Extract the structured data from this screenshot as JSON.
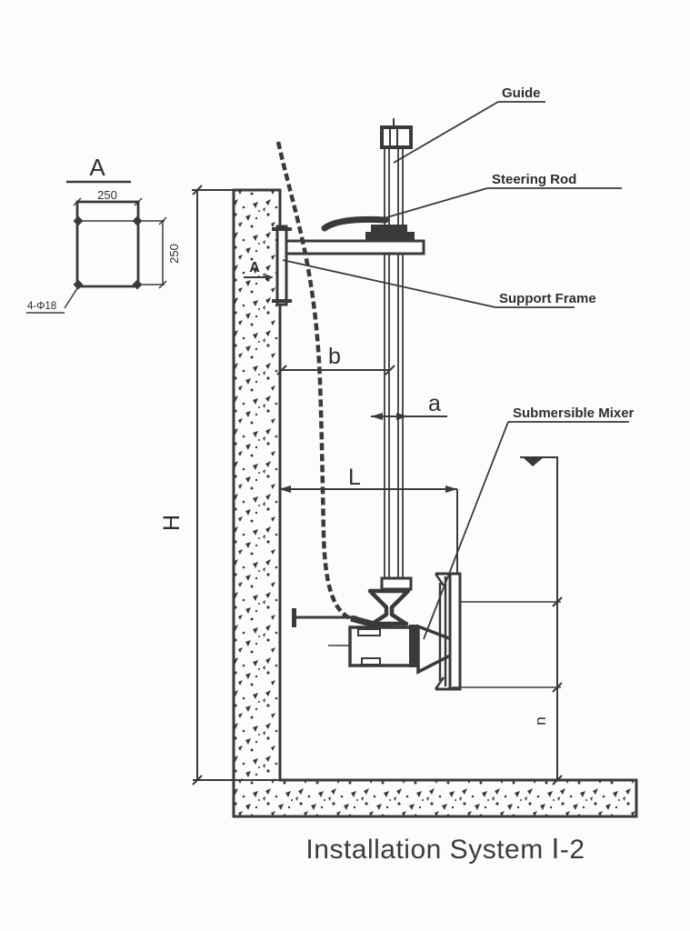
{
  "drawing": {
    "title": "Installation System Ⅰ-2",
    "detail_a": {
      "title": "A",
      "dim_width": "250",
      "dim_height": "250",
      "holes_note": "4-Φ18"
    },
    "callouts": {
      "guide": "Guide",
      "steering_rod": "Steering Rod",
      "support_frame": "Support Frame",
      "submersible_mixer": "Submersible Mixer"
    },
    "dims": {
      "wall_height": "H",
      "guide_offset": "b",
      "guide_width": "a",
      "mixer_reach": "L",
      "bottom_clearance": "n"
    },
    "section_marker": "A",
    "colors": {
      "line": "#3a3a3a",
      "text": "#2e2e2e",
      "background": "#fcfcfa"
    }
  }
}
